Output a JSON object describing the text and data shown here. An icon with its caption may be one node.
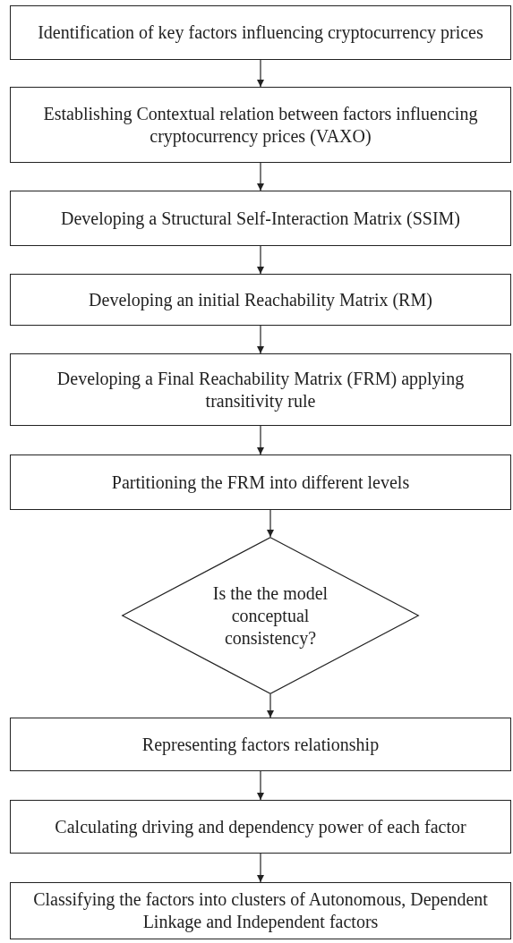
{
  "diagram": {
    "nodes": [
      {
        "text": [
          "Identification of key factors influencing cryptocurrency prices"
        ]
      },
      {
        "text": [
          "Establishing Contextual relation between factors influencing cryptocurrency prices (VAXO)"
        ]
      },
      {
        "text": [
          "Developing a Structural Self-Interaction Matrix (SSIM)"
        ]
      },
      {
        "text": [
          "Developing an initial Reachability Matrix (RM)"
        ]
      },
      {
        "text": [
          "Developing a Final Reachability Matrix (FRM) applying transitivity rule"
        ]
      },
      {
        "text": [
          "Partitioning the FRM into different levels"
        ]
      },
      {
        "text": [
          "Is the the model conceptual consistency?"
        ]
      },
      {
        "text": [
          "Representing factors relationship"
        ]
      },
      {
        "text": [
          "Calculating driving and dependency power of each factor"
        ]
      },
      {
        "text": [
          "Classifying the factors into clusters of Autonomous, Dependent Linkage and Independent factors"
        ]
      }
    ],
    "edges": [
      {
        "from": 0,
        "to": 1,
        "arrow": "to"
      },
      {
        "from": 1,
        "to": 2,
        "arrow": "to"
      },
      {
        "from": 2,
        "to": 3,
        "arrow": "to"
      },
      {
        "from": 3,
        "to": 4,
        "arrow": "to"
      },
      {
        "from": 4,
        "to": 5,
        "arrow": "to"
      },
      {
        "from": 5,
        "to": 6,
        "arrow": "to"
      },
      {
        "from": 6,
        "to": 7,
        "arrow": "to"
      },
      {
        "from": 7,
        "to": 8,
        "arrow": "to"
      },
      {
        "from": 8,
        "to": 9,
        "arrow": "to"
      }
    ]
  }
}
